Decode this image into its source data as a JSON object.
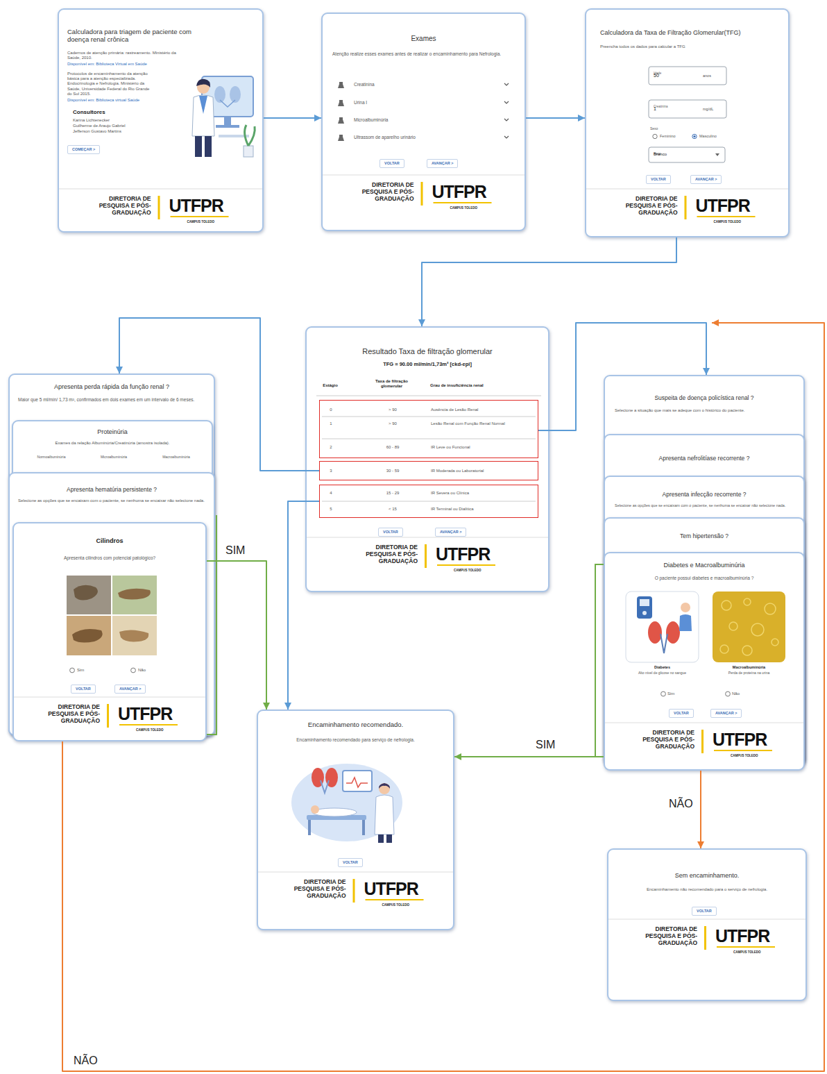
{
  "diagram": {
    "nodes": [
      {
        "text": [
          "Calculadora para triagem de paciente com doença renal crônica",
          "Cadernos de atenção primária: rastreamento. Ministério da Saúde, 2010.",
          "Disponível em: Biblioteca Virtual em Saúde",
          "Protocolos de encaminhamento da atenção básica para a atenção especializada. Endocrinologia e Nefrologia. Ministério da Saúde, Universidade Federal do Rio Grande do Sul 2015.",
          "Disponível em: Biblioteca virtual Saúde",
          "Consultores",
          "Karina Lichtenecker",
          "Guilherme de Araujo Gabriel",
          "Jefferson Gustavo Martins",
          "COMEÇAR >",
          "DIRETORIA DE PESQUISA E PÓS-GRADUAÇÃO",
          "UTFPR",
          "CAMPUS TOLEDO"
        ]
      },
      {
        "text": [
          "Exames",
          "Atenção realize esses exames antes de realizar o encaminhamento para Nefrologia.",
          "Creatinina",
          "Urina I",
          "Microalbuminúria",
          "Ultrassom de aparelho urinário",
          "VOLTAR",
          "AVANÇAR >",
          "DIRETORIA DE PESQUISA E PÓS-GRADUAÇÃO",
          "UTFPR",
          "CAMPUS TOLEDO"
        ]
      },
      {
        "text": [
          "Calculadora da Taxa de Filtração Glomerular(TFG)",
          "Preencha todos os dados para calcular a TFG",
          "Idade",
          "50",
          "anos",
          "Creatinina",
          "1",
          "mg/dL",
          "Sexo",
          "Feminino",
          "Masculino",
          "Raça",
          "Branco",
          "VOLTAR",
          "AVANÇAR >",
          "DIRETORIA DE PESQUISA E PÓS-GRADUAÇÃO",
          "UTFPR",
          "CAMPUS TOLEDO"
        ]
      },
      {
        "text": [
          "Resultado Taxa de filtração glomerular",
          "TFG = 90.00 ml/min/1,73m² [ckd-epi]",
          "Estágio",
          "Taxa de filtração glomerular",
          "Grau de insuficiência renal",
          "VOLTAR",
          "AVANÇAR >",
          "DIRETORIA DE PESQUISA E PÓS-GRADUAÇÃO",
          "UTFPR",
          "CAMPUS TOLEDO"
        ]
      },
      {
        "text": [
          "0",
          "> 90",
          "Ausência de Lesão Renal",
          "1",
          "> 90",
          "Lesão Renal com Função Renal Normal",
          "2",
          "60 - 89",
          "IR Leve ou Funcional"
        ],
        "in": 3
      },
      {
        "text": [
          "3",
          "30 - 59",
          "IR Moderada ou Laboratorial"
        ],
        "in": 3
      },
      {
        "text": [
          "4",
          "15 - 29",
          "IR Severa ou Clínica",
          "5",
          "< 15",
          "IR Terminal ou Dialítica"
        ],
        "in": 3
      },
      {
        "text": [
          "Apresenta perda rápida da função renal ?",
          "Maior que 5 ml/min/ 1,73 m², confirmados em dois exames em um intervalo de 6 meses."
        ]
      },
      {
        "text": [
          "Proteinúria",
          "Exames da relação Albuminúria/Creatinúria (amostra isolada).",
          "Normoalbuminúria",
          "Microalbuminúria",
          "Macroalbuminúria"
        ]
      },
      {
        "text": [
          "Apresenta hematúria persistente ?",
          "Selecione as opções que se encaixam com o paciente, se nenhuma se encaixar não selecione nada."
        ]
      },
      {
        "text": [
          "Cilindros",
          "Apresenta cilindros com potencial patológico?",
          "Sim",
          "Não",
          "VOLTAR",
          "AVANÇAR >",
          "DIRETORIA DE PESQUISA E PÓS-GRADUAÇÃO",
          "UTFPR",
          "CAMPUS TOLEDO"
        ]
      },
      {
        "text": [
          "Suspeita de doença policística renal ?",
          "Selecione a situação que mais se adeque com o histórico do paciente."
        ]
      },
      {
        "text": [
          "Apresenta nefrolitíase recorrente ?"
        ]
      },
      {
        "text": [
          "Apresenta infecção recorrente ?",
          "Selecione as opções que se encaixam com o paciente, se nenhuma se encaixar não selecione nada."
        ]
      },
      {
        "text": [
          "Tem hipertensão ?"
        ]
      },
      {
        "text": [
          "Diabetes e Macroalbuminúria",
          "O paciente possui diabetes e macroalbuminúria ?",
          "Diabetes",
          "Alto nível de glicose no sangue",
          "Macroalbuminúria",
          "Perda de proteína na urina",
          "Sim",
          "Não",
          "VOLTAR",
          "AVANÇAR >",
          "DIRETORIA DE PESQUISA E PÓS-GRADUAÇÃO",
          "UTFPR",
          "CAMPUS TOLEDO"
        ]
      },
      {
        "text": [
          "Encaminhamento recomendado.",
          "Encaminhamento recomendado para serviço de nefrologia.",
          "VOLTAR",
          "DIRETORIA DE PESQUISA E PÓS-GRADUAÇÃO",
          "UTFPR",
          "CAMPUS TOLEDO"
        ]
      },
      {
        "text": [
          "Sem encaminhamento.",
          "Encaminhamento não recomendado para o serviço de nefrologia.",
          "VOLTAR",
          "DIRETORIA DE PESQUISA E PÓS-GRADUAÇÃO",
          "UTFPR",
          "CAMPUS TOLEDO"
        ]
      }
    ],
    "edges": [
      {
        "from": 0,
        "to": 1,
        "arrow": "to"
      },
      {
        "from": 1,
        "to": 2,
        "arrow": "to"
      },
      {
        "from": 2,
        "to": 3,
        "arrow": "to"
      },
      {
        "from": 5,
        "to": 7,
        "arrow": "to"
      },
      {
        "from": 4,
        "to": 11,
        "arrow": "to"
      },
      {
        "from": 6,
        "to": 16,
        "arrow": "to"
      },
      {
        "from": 10,
        "to": 16,
        "label": "SIM",
        "arrow": "to"
      },
      {
        "from": 10,
        "to": 11,
        "label": "NÃO",
        "arrow": "to"
      },
      {
        "from": 15,
        "to": 16,
        "label": "SIM",
        "arrow": "to"
      },
      {
        "from": 15,
        "to": 17,
        "label": "NÃO",
        "arrow": "to"
      }
    ]
  }
}
